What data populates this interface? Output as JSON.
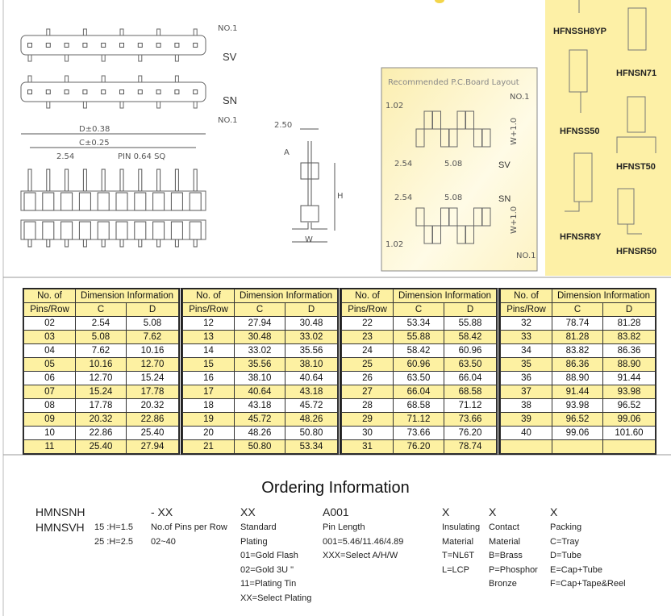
{
  "drawing": {
    "sv_label": "SV",
    "sn_label": "SN",
    "no1": "NO.1",
    "d_dim": "D±0.38",
    "c_dim": "C±0.25",
    "pitch": "2.54",
    "pin_note": "PIN 0.64 SQ",
    "side_width": "2.50",
    "a": "A",
    "h": "H",
    "w": "W",
    "pcb": {
      "title": "Recommended P.C.Board Layout",
      "pad": "1.02",
      "pitch": "2.54",
      "pitch2": "5.08",
      "wplus": "W+1.0",
      "sv": "SV",
      "sn": "SN",
      "no1": "NO.1"
    },
    "variants": [
      "HFNSSH8YP",
      "HFNSN71",
      "HFNSS50",
      "HFNST50",
      "HFNSR8Y",
      "HFNSR50"
    ]
  },
  "table": {
    "header": {
      "pins": "No. of",
      "pins2": "Pins/Row",
      "dim": "Dimension Information",
      "c": "C",
      "d": "D"
    },
    "blocks": [
      [
        [
          "02",
          "2.54",
          "5.08"
        ],
        [
          "03",
          "5.08",
          "7.62"
        ],
        [
          "04",
          "7.62",
          "10.16"
        ],
        [
          "05",
          "10.16",
          "12.70"
        ],
        [
          "06",
          "12.70",
          "15.24"
        ],
        [
          "07",
          "15.24",
          "17.78"
        ],
        [
          "08",
          "17.78",
          "20.32"
        ],
        [
          "09",
          "20.32",
          "22.86"
        ],
        [
          "10",
          "22.86",
          "25.40"
        ],
        [
          "11",
          "25.40",
          "27.94"
        ]
      ],
      [
        [
          "12",
          "27.94",
          "30.48"
        ],
        [
          "13",
          "30.48",
          "33.02"
        ],
        [
          "14",
          "33.02",
          "35.56"
        ],
        [
          "15",
          "35.56",
          "38.10"
        ],
        [
          "16",
          "38.10",
          "40.64"
        ],
        [
          "17",
          "40.64",
          "43.18"
        ],
        [
          "18",
          "43.18",
          "45.72"
        ],
        [
          "19",
          "45.72",
          "48.26"
        ],
        [
          "20",
          "48.26",
          "50.80"
        ],
        [
          "21",
          "50.80",
          "53.34"
        ]
      ],
      [
        [
          "22",
          "53.34",
          "55.88"
        ],
        [
          "23",
          "55.88",
          "58.42"
        ],
        [
          "24",
          "58.42",
          "60.96"
        ],
        [
          "25",
          "60.96",
          "63.50"
        ],
        [
          "26",
          "63.50",
          "66.04"
        ],
        [
          "27",
          "66.04",
          "68.58"
        ],
        [
          "28",
          "68.58",
          "71.12"
        ],
        [
          "29",
          "71.12",
          "73.66"
        ],
        [
          "30",
          "73.66",
          "76.20"
        ],
        [
          "31",
          "76.20",
          "78.74"
        ]
      ],
      [
        [
          "32",
          "78.74",
          "81.28"
        ],
        [
          "33",
          "81.28",
          "83.82"
        ],
        [
          "34",
          "83.82",
          "86.36"
        ],
        [
          "35",
          "86.36",
          "88.90"
        ],
        [
          "36",
          "88.90",
          "91.44"
        ],
        [
          "37",
          "91.44",
          "93.98"
        ],
        [
          "38",
          "93.98",
          "96.52"
        ],
        [
          "39",
          "96.52",
          "99.06"
        ],
        [
          "40",
          "99.06",
          "101.60"
        ],
        [
          "",
          "",
          ""
        ]
      ]
    ]
  },
  "ordering": {
    "title": "Ordering Information",
    "columns": [
      {
        "head": "HMNSNH",
        "lines": [
          "HMNSVH"
        ]
      },
      {
        "head": "",
        "lines": [
          "15 :H=1.5",
          "25 :H=2.5"
        ]
      },
      {
        "head": "- XX",
        "lines": [
          "No.of Pins per Row",
          "02~40"
        ]
      },
      {
        "head": "XX",
        "lines": [
          "Standard",
          "Plating",
          "01=Gold Flash",
          "02=Gold 3U \"",
          "11=Plating Tin",
          "XX=Select Plating"
        ]
      },
      {
        "head": "A001",
        "lines": [
          "Pin Length",
          "001=5.46/11.46/4.89",
          "XXX=Select A/H/W"
        ]
      },
      {
        "head": "X",
        "lines": [
          "Insulating",
          "Material",
          "T=NL6T",
          "L=LCP"
        ]
      },
      {
        "head": "X",
        "lines": [
          "Contact",
          "Material",
          "B=Brass",
          "P=Phosphor",
          "Bronze"
        ]
      },
      {
        "head": "X",
        "lines": [
          "Packing",
          "C=Tray",
          "D=Tube",
          "E=Cap+Tube",
          "F=Cap+Tape&Reel"
        ]
      }
    ]
  }
}
